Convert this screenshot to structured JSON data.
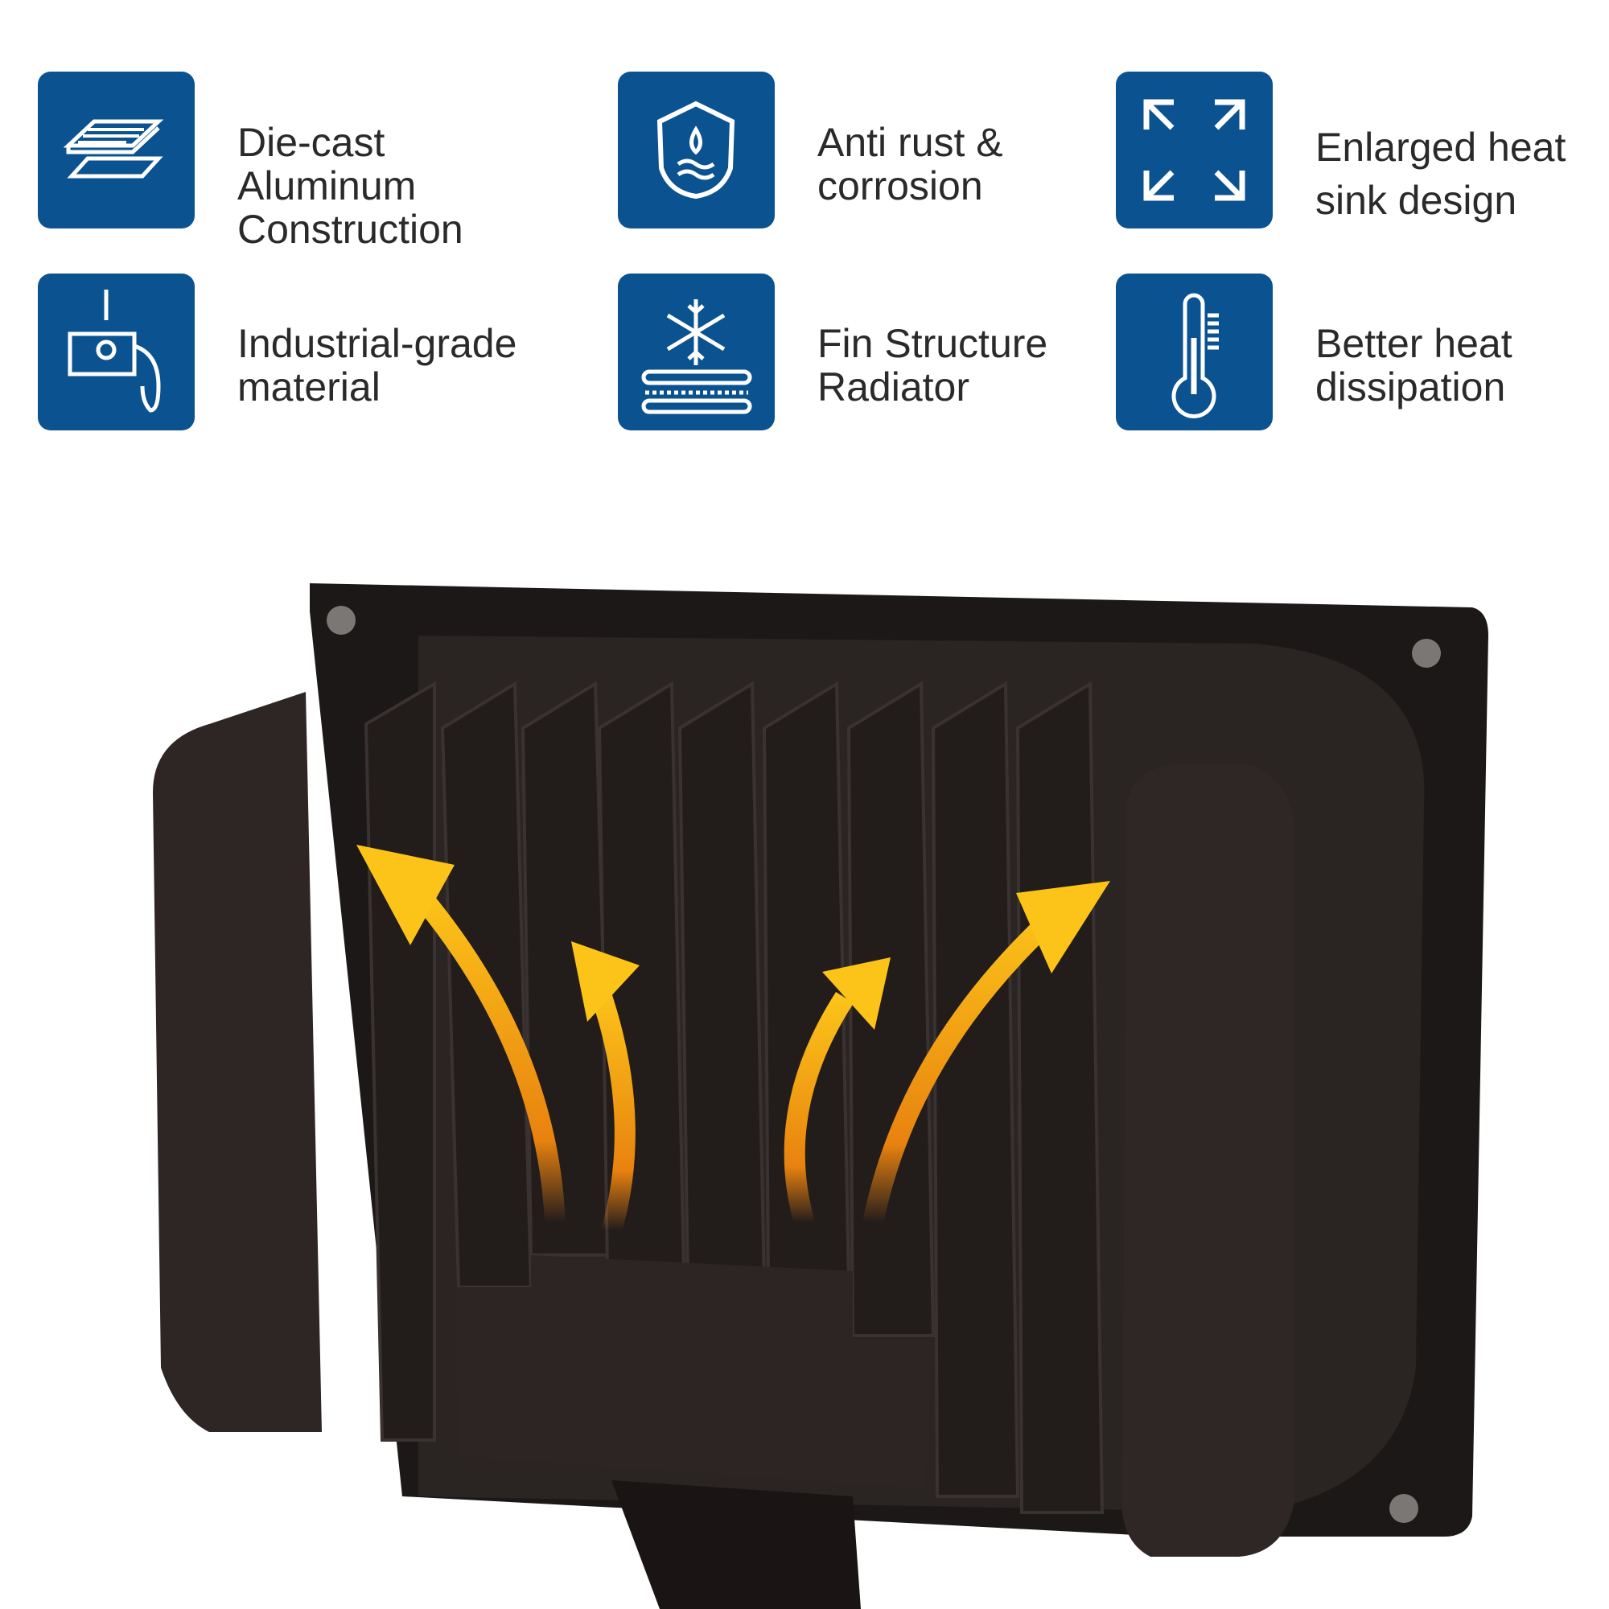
{
  "accent_color": "#0b5290",
  "features": [
    {
      "icon": "heatsink-plate-icon",
      "line1": "Die-cast Aluminum",
      "line2": "Construction"
    },
    {
      "icon": "water-shield-icon",
      "line1": "Anti rust &",
      "line2": "corrosion"
    },
    {
      "icon": "expand-arrows-icon",
      "line1": "Enlarged heat",
      "line2": "sink design"
    },
    {
      "icon": "molten-metal-pour-icon",
      "line1": "Industrial-grade",
      "line2": "material"
    },
    {
      "icon": "snowflake-radiator-icon",
      "line1": "Fin Structure",
      "line2": "Radiator"
    },
    {
      "icon": "thermometer-icon",
      "line1": "Better heat",
      "line2": "dissipation"
    }
  ],
  "arrow_colors": [
    "#fcc419",
    "#e8820f"
  ]
}
